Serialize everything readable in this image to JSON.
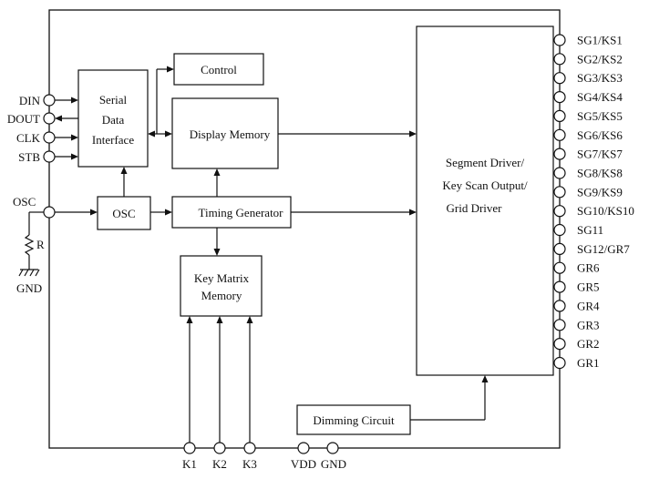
{
  "blocks": {
    "serial_interface": [
      "Serial",
      "Data",
      "Interface"
    ],
    "control": "Control",
    "display_memory": "Display Memory",
    "osc": "OSC",
    "timing_generator": "Timing Generator",
    "key_matrix_memory": [
      "Key Matrix",
      "Memory"
    ],
    "segment_driver": [
      "Segment Driver/",
      "Key Scan Output/",
      "Grid Driver"
    ],
    "dimming_circuit": "Dimming Circuit"
  },
  "left_pins": [
    "DIN",
    "DOUT",
    "CLK",
    "STB"
  ],
  "osc_pin": "OSC",
  "resistor_label": "R",
  "ground_label": "GND",
  "right_pins": [
    "SG1/KS1",
    "SG2/KS2",
    "SG3/KS3",
    "SG4/KS4",
    "SG5/KS5",
    "SG6/KS6",
    "SG7/KS7",
    "SG8/KS8",
    "SG9/KS9",
    "SG10/KS10",
    "SG11",
    "SG12/GR7",
    "GR6",
    "GR5",
    "GR4",
    "GR3",
    "GR2",
    "GR1"
  ],
  "bottom_pins": [
    "K1",
    "K2",
    "K3",
    "VDD",
    "GND"
  ]
}
